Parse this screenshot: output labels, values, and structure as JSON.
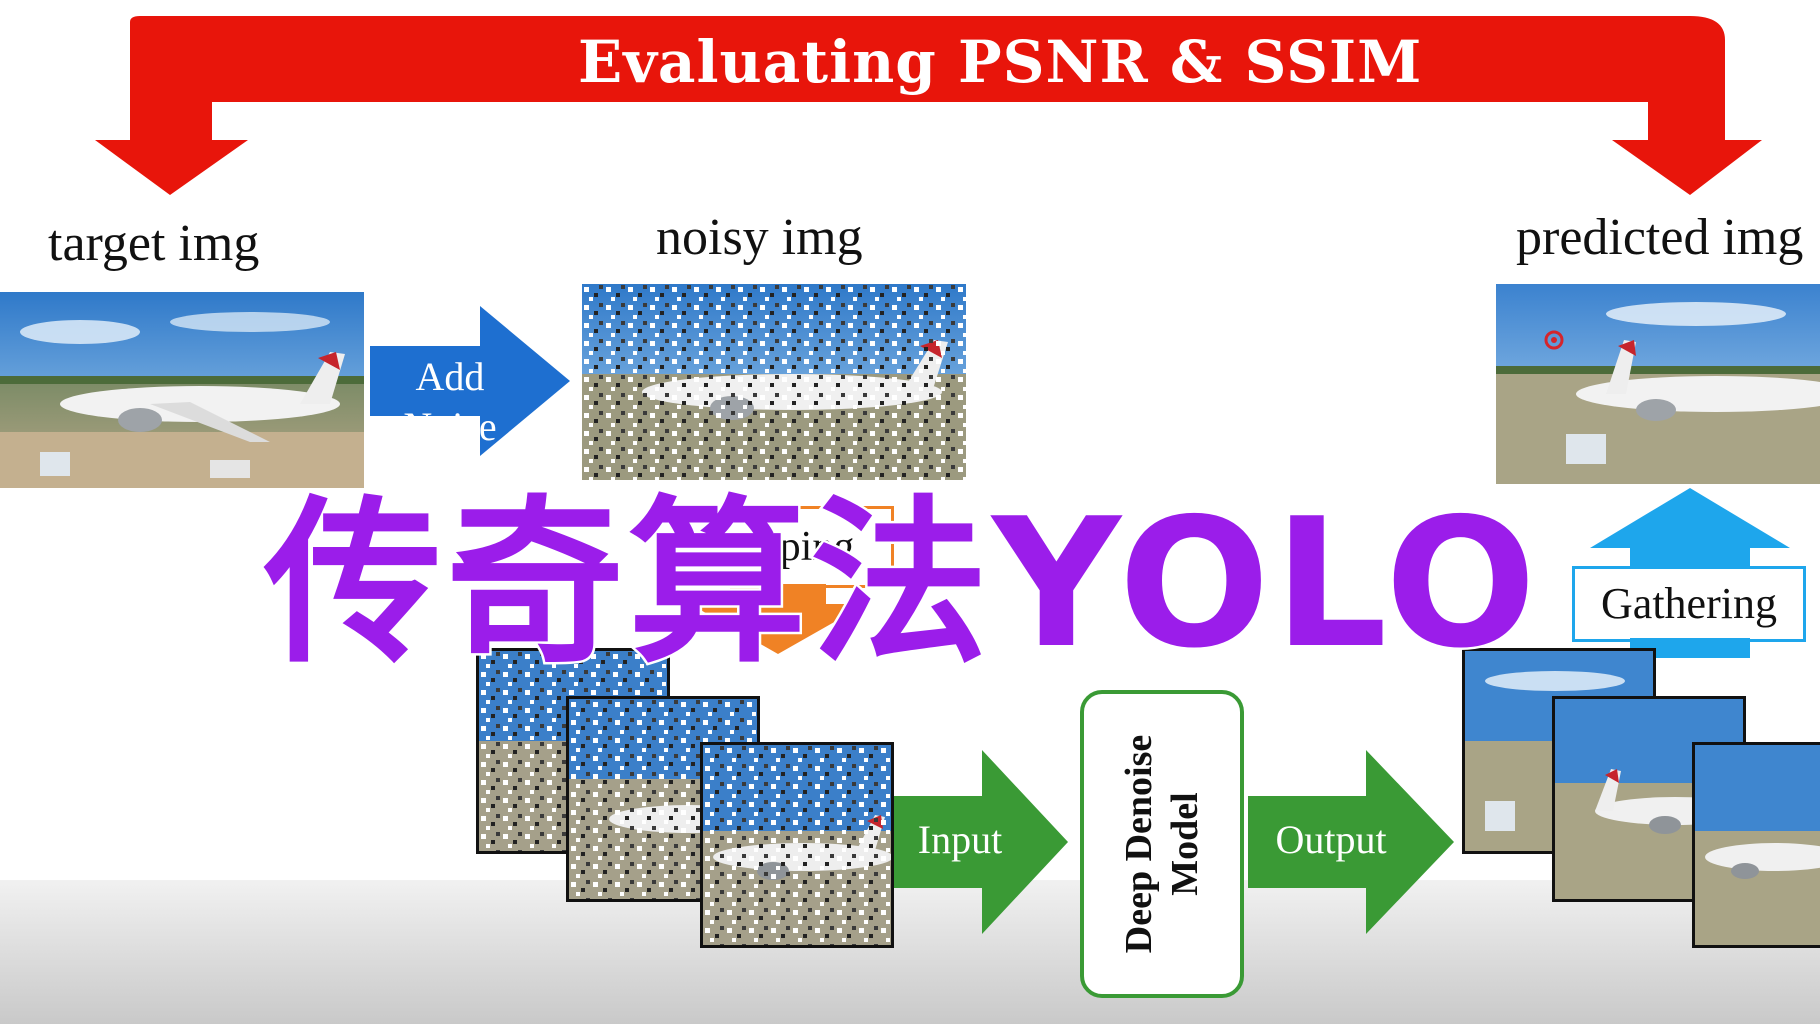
{
  "banner": {
    "title": "Evaluating PSNR & SSIM",
    "color": "#e8150b"
  },
  "labels": {
    "target": "target img",
    "noisy": "noisy img",
    "predicted": "predicted img"
  },
  "arrows": {
    "add_noise_line1": "Add",
    "add_noise_line2": "Noise",
    "cropping": "Cropping",
    "gathering": "Gathering",
    "input": "Input",
    "output": "Output"
  },
  "model": {
    "line1": "Deep Denoise",
    "line2": "Model"
  },
  "overlay": {
    "title": "传奇算法YOLO",
    "color": "#9b1dea"
  },
  "colors": {
    "blue_arrow": "#1e6fd0",
    "green_arrow": "#3a9a35",
    "orange_arrow": "#f08225",
    "cyan_arrow": "#1ea6ec",
    "model_border": "#3a9a35"
  }
}
